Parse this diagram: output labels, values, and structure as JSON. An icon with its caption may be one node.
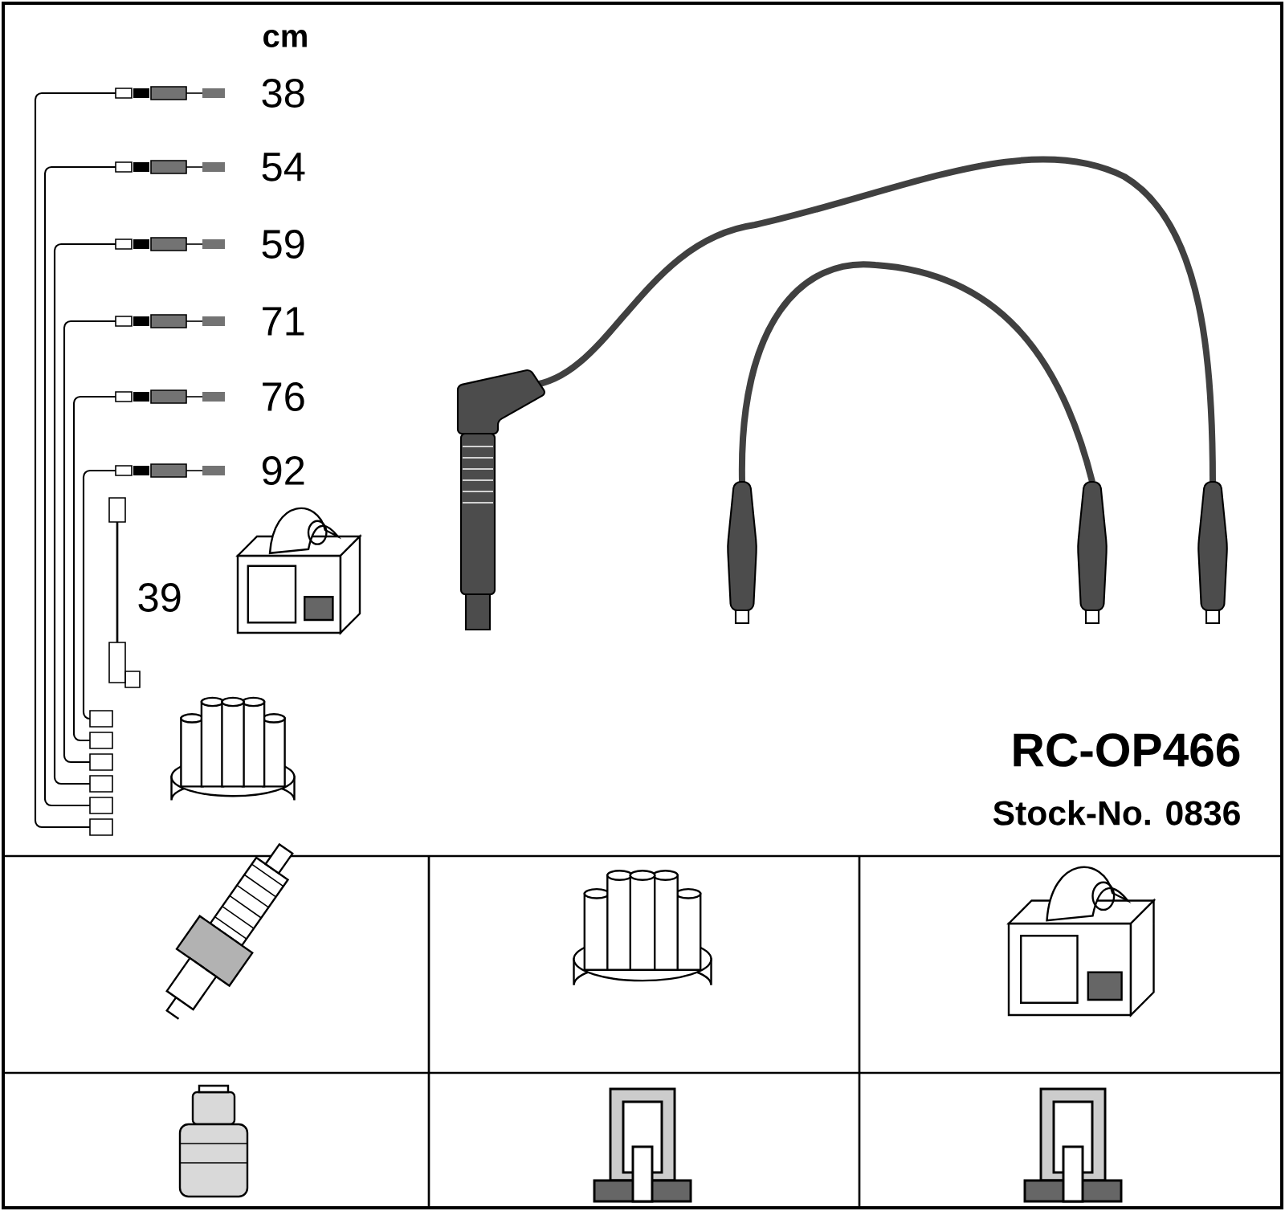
{
  "diagram": {
    "labels": [
      "cm",
      "38",
      "54",
      "59",
      "71",
      "76",
      "92",
      "39",
      "RC-OP466",
      "Stock-No. 0836"
    ]
  }
}
